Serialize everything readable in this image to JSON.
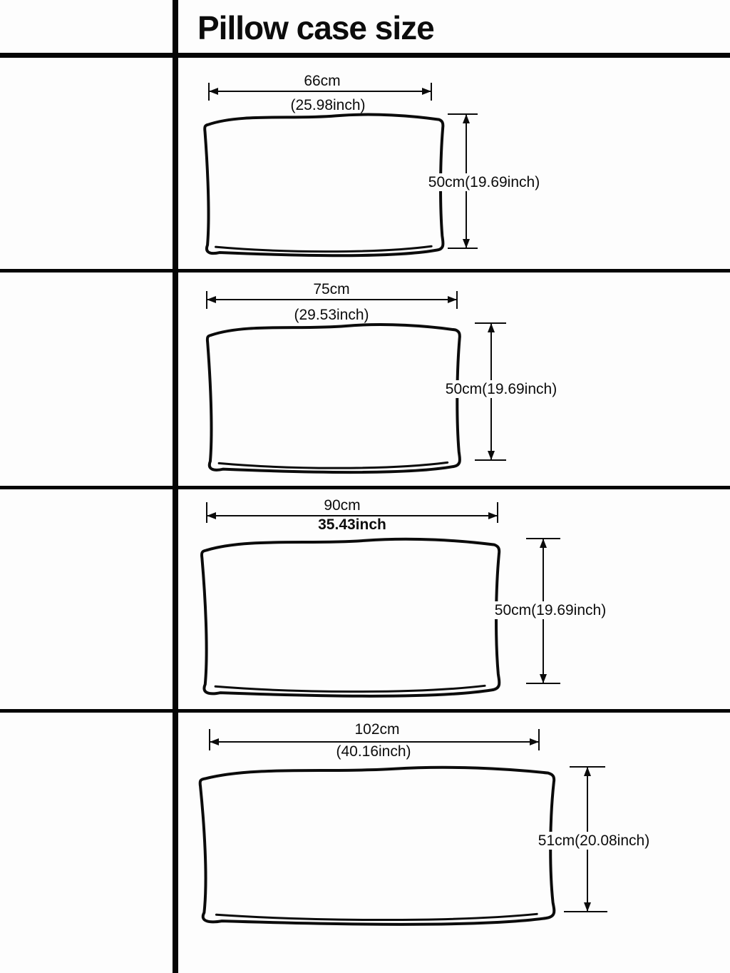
{
  "title": "Pillow case size",
  "colors": {
    "ink": "#0b0b0b",
    "background": "#fdfdfd"
  },
  "rows": [
    {
      "width_cm": "66cm",
      "width_inch": "(25.98inch)",
      "height_label": "50cm(19.69inch)"
    },
    {
      "width_cm": "75cm",
      "width_inch": "(29.53inch)",
      "height_label": "50cm(19.69inch)"
    },
    {
      "width_cm": "90cm",
      "width_inch": "35.43inch",
      "height_label": "50cm(19.69inch)"
    },
    {
      "width_cm": "102cm",
      "width_inch": "(40.16inch)",
      "height_label": "51cm(20.08inch)"
    }
  ]
}
